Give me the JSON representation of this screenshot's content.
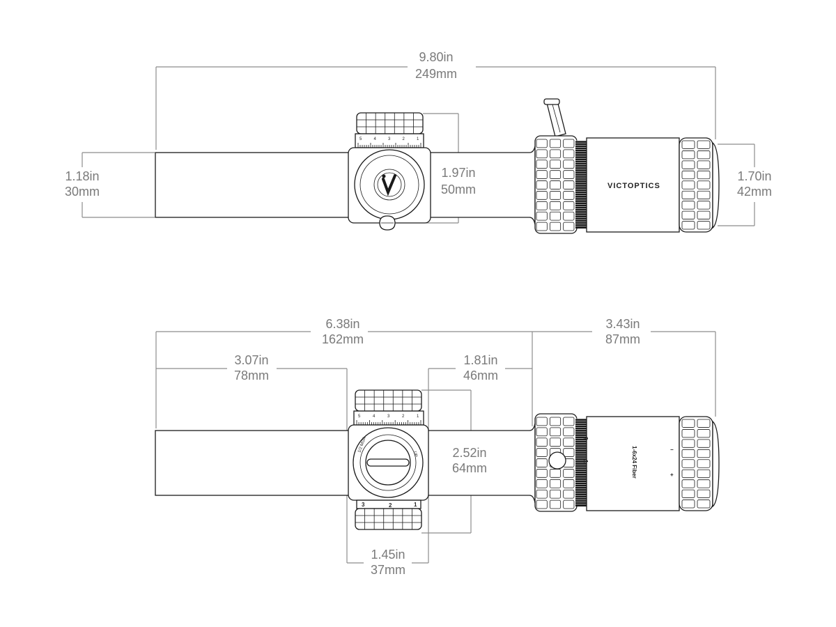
{
  "brand": "VICTOPTICS",
  "model_label": "1-6x24 Fiber",
  "top_view": {
    "overall": {
      "in": "9.80in",
      "mm": "249mm"
    },
    "tube": {
      "in": "1.18in",
      "mm": "30mm"
    },
    "turret": {
      "in": "1.97in",
      "mm": "50mm"
    },
    "eyepiece": {
      "in": "1.70in",
      "mm": "42mm"
    }
  },
  "side_view": {
    "front_to_eyepiece": {
      "in": "6.38in",
      "mm": "162mm"
    },
    "eyepiece_len": {
      "in": "3.43in",
      "mm": "87mm"
    },
    "front_to_turret": {
      "in": "3.07in",
      "mm": "78mm"
    },
    "turret_to_ring": {
      "in": "1.81in",
      "mm": "46mm"
    },
    "turret_height": {
      "in": "2.52in",
      "mm": "64mm"
    },
    "turret_width": {
      "in": "1.45in",
      "mm": "37mm"
    }
  },
  "turret_marks": {
    "top": [
      "5",
      "4",
      "3",
      "2",
      "1"
    ],
    "side_bottom": [
      "3",
      "2",
      "1"
    ],
    "mag": [
      "2",
      "1"
    ],
    "pm": [
      "+",
      "−"
    ]
  },
  "side_turret_text": [
    "UP",
    "1/2 MOA"
  ]
}
